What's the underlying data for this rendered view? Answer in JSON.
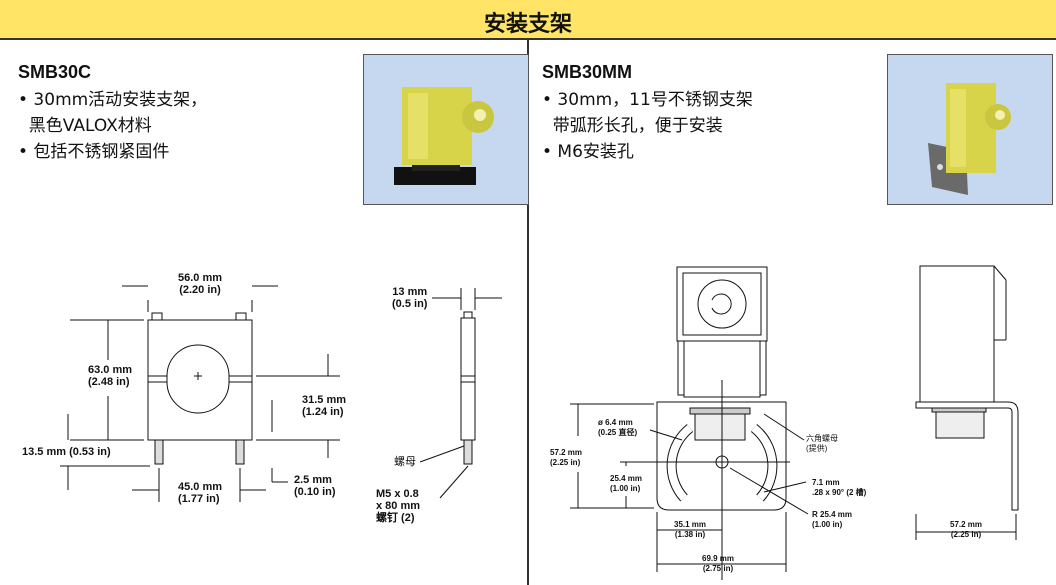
{
  "header": {
    "title": "安装支架"
  },
  "left": {
    "model": "SMB30C",
    "bullets": [
      "• 30mm活动安装支架，",
      "  黑色VALOX材料",
      "• 包括不锈钢紧固件"
    ],
    "dims": {
      "width_top": "56.0 mm",
      "width_top_in": "(2.20 in)",
      "height": "63.0 mm",
      "height_in": "(2.48 in)",
      "center": "31.5 mm",
      "center_in": "(1.24 in)",
      "stud": "13.5 mm (0.53 in)",
      "base_w": "45.0 mm",
      "base_w_in": "(1.77 in)",
      "gap": "2.5 mm",
      "gap_in": "(0.10 in)",
      "side_w": "13 mm",
      "side_w_in": "(0.5 in)",
      "nut": "螺母",
      "screw1": "M5 x 0.8",
      "screw2": "x 80 mm",
      "screw3": "螺钉  (2)"
    }
  },
  "right": {
    "model": "SMB30MM",
    "bullets": [
      "• 30mm，11号不锈钢支架",
      "  带弧形长孔，便于安装",
      "• M6安装孔"
    ],
    "dims": {
      "hole": "ø 6.4 mm",
      "hole_sub": "(0.25 直径)",
      "height": "57.2 mm",
      "height_in": "(2.25 in)",
      "center": "25.4 mm",
      "center_in": "(1.00 in)",
      "hexnut": "六角螺母",
      "hexnut_sub": "(提供)",
      "slot": "7.1 mm",
      "slot_sub": ".28 x 90° (2 槽)",
      "radius": "R 25.4 mm",
      "radius_in": "(1.00 in)",
      "half": "35.1 mm",
      "half_in": "(1.38 in)",
      "width": "69.9 mm",
      "width_in": "(2.75 in)",
      "side": "57.2 mm",
      "side_in": "(2.25 in)"
    }
  },
  "colors": {
    "header_bg": "#ffe466",
    "photo_bg": "#c6d8ef",
    "sensor_yellow": "#e6e05a"
  }
}
